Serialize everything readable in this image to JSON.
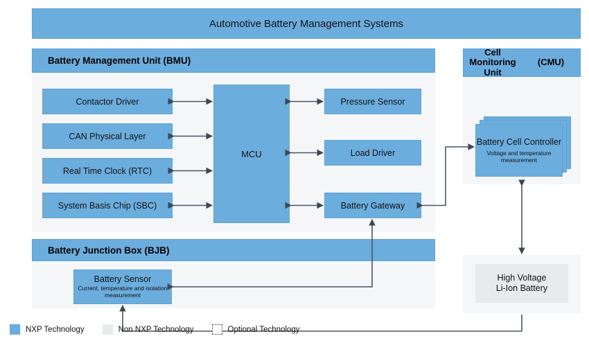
{
  "diagram": {
    "title": "Automotive Battery Management Systems"
  },
  "bmu": {
    "header": "Battery Management Unit (BMU)",
    "left_blocks": [
      {
        "label": "Contactor Driver"
      },
      {
        "label": "CAN Physical Layer"
      },
      {
        "label": "Real Time Clock (RTC)"
      },
      {
        "label": "System Basis Chip (SBC)"
      }
    ],
    "mcu": {
      "label": "MCU"
    },
    "right_blocks": [
      {
        "label": "Pressure Sensor"
      },
      {
        "label": "Load Driver"
      },
      {
        "label": "Battery Gateway"
      }
    ]
  },
  "bjb": {
    "header": "Battery Junction Box (BJB)",
    "sensor": {
      "label": "Battery Sensor",
      "sub": "Current, temperature and isolation measurement"
    }
  },
  "cmu": {
    "header_line1": "Cell Monitoring Unit",
    "header_line2": "(CMU)",
    "controller": {
      "label": "Battery Cell Controller",
      "sub": "Voltage and temperature measurement"
    }
  },
  "battery": {
    "label_line1": "High Voltage",
    "label_line2": "Li-Ion Battery"
  },
  "legend": {
    "items": [
      {
        "label": "NXP Technology",
        "swatch": "nxp-blue-swatch"
      },
      {
        "label": "Non NXP Technology",
        "swatch": "non-nxp-grey-swatch"
      },
      {
        "label": "Optional Technology",
        "swatch": "optional-dashed-swatch"
      }
    ]
  },
  "colors": {
    "nxp_blue": "#6BAEDE",
    "non_nxp_grey": "#E8EBEE",
    "panel_grey": "#F4F6F8",
    "connector": "#4a5560"
  }
}
